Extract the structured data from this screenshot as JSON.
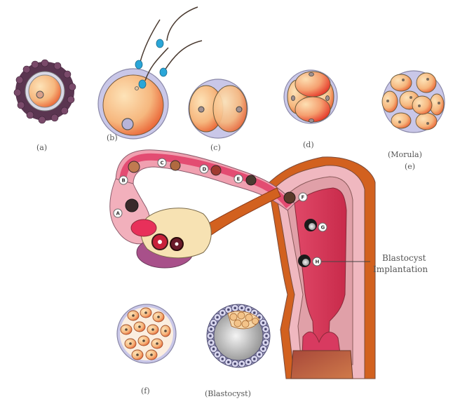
{
  "diagram": {
    "stages": [
      {
        "id": "a",
        "label": "(a)"
      },
      {
        "id": "b",
        "label": "(b)"
      },
      {
        "id": "c",
        "label": "(c)"
      },
      {
        "id": "d",
        "label": "(d)"
      },
      {
        "id": "e",
        "label": "(e)",
        "name": "(Morula)"
      },
      {
        "id": "f",
        "label": "(f)"
      },
      {
        "id": "blastocyst",
        "label": "(Blastocyst)"
      }
    ],
    "tube_markers": [
      "A",
      "B",
      "C",
      "D",
      "E",
      "F",
      "G",
      "H"
    ],
    "annotation": {
      "line1": "Blastocyst",
      "line2": "Implantation"
    }
  },
  "colors": {
    "cell_fill": "#f6c48a",
    "cell_red": "#e8432c",
    "zona": "#c9c7e8",
    "tube_pink": "#f0a0b0",
    "uterus_red": "#d93a5a",
    "muscle_orange": "#d2611f",
    "ovary_cream": "#f7e2b3",
    "label_grey": "#555555"
  }
}
